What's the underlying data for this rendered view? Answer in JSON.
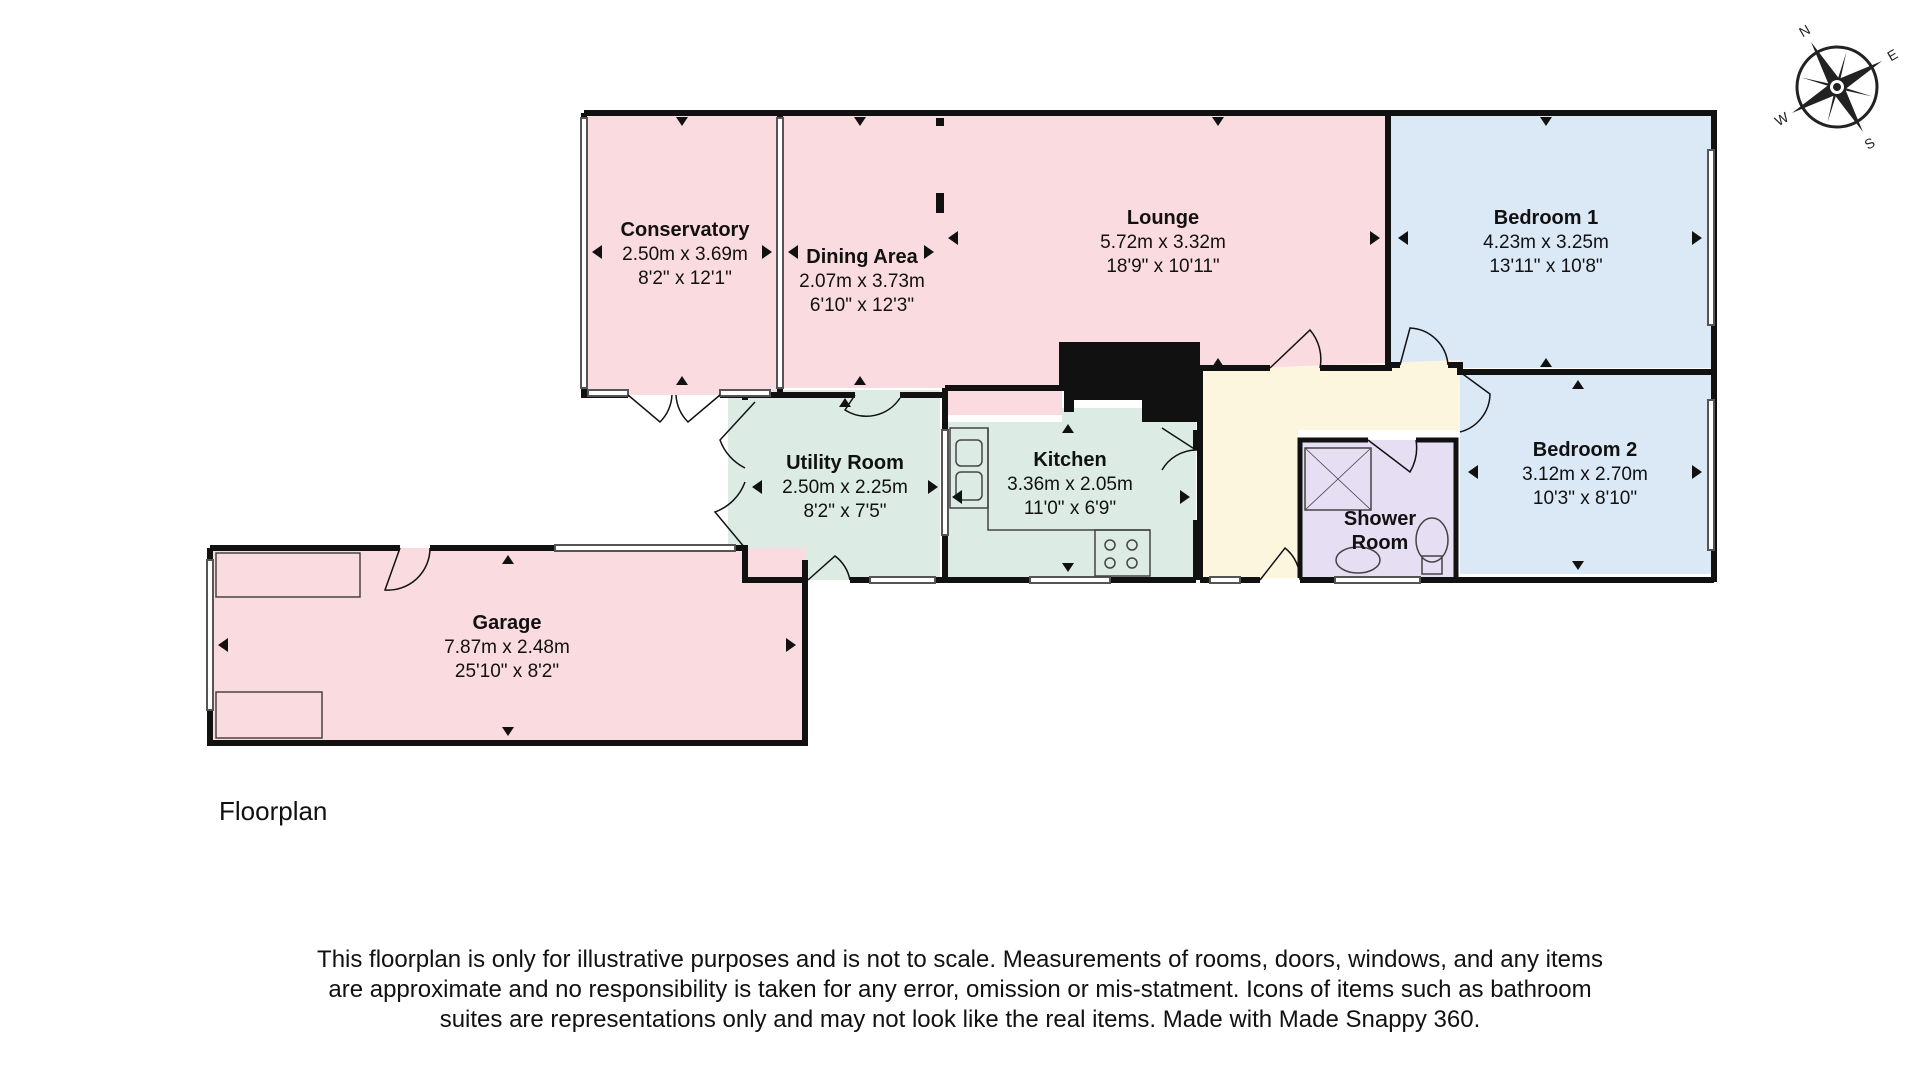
{
  "rooms": {
    "conservatory": {
      "name": "Conservatory",
      "metric": "2.50m x 3.69m",
      "imperial": "8'2\" x 12'1\""
    },
    "dining": {
      "name": "Dining Area",
      "metric": "2.07m x 3.73m",
      "imperial": "6'10\" x 12'3\""
    },
    "lounge": {
      "name": "Lounge",
      "metric": "5.72m x 3.32m",
      "imperial": "18'9\" x 10'11\""
    },
    "bedroom1": {
      "name": "Bedroom 1",
      "metric": "4.23m x 3.25m",
      "imperial": "13'11\" x 10'8\""
    },
    "bedroom2": {
      "name": "Bedroom 2",
      "metric": "3.12m x 2.70m",
      "imperial": "10'3\" x 8'10\""
    },
    "utility": {
      "name": "Utility Room",
      "metric": "2.50m x 2.25m",
      "imperial": "8'2\" x 7'5\""
    },
    "kitchen": {
      "name": "Kitchen",
      "metric": "3.36m x 2.05m",
      "imperial": "11'0\" x 6'9\""
    },
    "shower": {
      "name_line1": "Shower",
      "name_line2": "Room"
    },
    "garage": {
      "name": "Garage",
      "metric": "7.87m x 2.48m",
      "imperial": "25'10\" x 8'2\""
    }
  },
  "compass": {
    "labels": [
      "N",
      "E",
      "S",
      "W"
    ]
  },
  "floor_label": "Floorplan",
  "disclaimer": "This floorplan is only for illustrative purposes and is not to scale. Measurements of rooms, doors, windows, and any items are approximate and no responsibility is taken for any error, omission or mis-statment. Icons of items such as bathroom suites are representations only and may not look like the real items. Made with Made Snappy 360.",
  "colors": {
    "living": "#fadbe0",
    "bedroom": "#dbe9f7",
    "service": "#dcece5",
    "hall": "#fcf6df",
    "shower": "#e6def2",
    "wall": "#111111"
  }
}
